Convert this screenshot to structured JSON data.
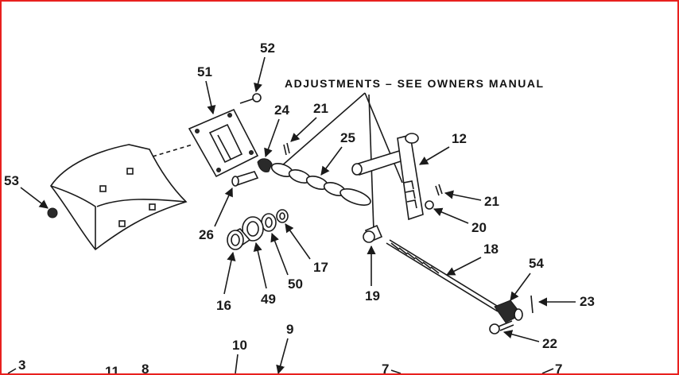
{
  "annotation": "ADJUSTMENTS – SEE OWNERS MANUAL",
  "colors": {
    "frame": "#e8201e",
    "ink": "#1a1a1a"
  },
  "labels": {
    "p52": "52",
    "p51": "51",
    "p24": "24",
    "p21a": "21",
    "p25": "25",
    "p12": "12",
    "p53": "53",
    "p21b": "21",
    "p26": "26",
    "p20": "20",
    "p17": "17",
    "p18": "18",
    "p16": "16",
    "p49": "49",
    "p50": "50",
    "p19": "19",
    "p54": "54",
    "p23": "23",
    "p22": "22",
    "p10": "10",
    "p9": "9",
    "p3": "3",
    "p11": "11",
    "p8": "8",
    "p7a": "7",
    "p7b": "7"
  }
}
